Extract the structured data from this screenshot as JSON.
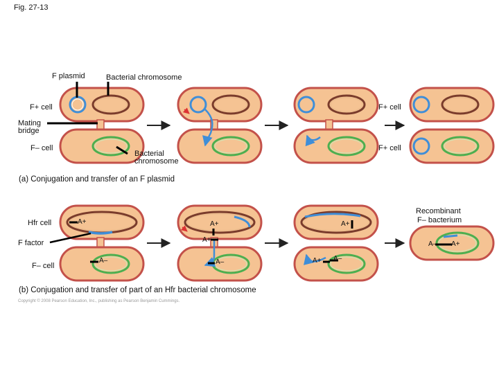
{
  "figure": {
    "title": "Fig. 27-13"
  },
  "colors": {
    "cell_fill": "#f5c393",
    "cell_border": "#c3514a",
    "chromosome": "#7a3c2c",
    "plasmid": "#3f8ed8",
    "recipient_chromosome": "#4caf50",
    "arrow": "#222222",
    "label_line": "#000000"
  },
  "panel_a": {
    "caption": "(a) Conjugation and transfer of an F plasmid",
    "labels": {
      "f_plasmid": "F plasmid",
      "bacterial_chromosome_top": "Bacterial chromosome",
      "f_plus_cell": "F+ cell",
      "mating_bridge_1": "Mating",
      "mating_bridge_2": "bridge",
      "f_minus_cell": "F– cell",
      "bacterial_chromosome_bottom_1": "Bacterial",
      "bacterial_chromosome_bottom_2": "chromosome",
      "f_plus_cell_right_top": "F+ cell",
      "f_plus_cell_right_bottom": "F+ cell"
    }
  },
  "panel_b": {
    "caption": "(b) Conjugation and transfer of part of an Hfr bacterial chromosome",
    "labels": {
      "hfr_cell": "Hfr cell",
      "f_factor": "F factor",
      "f_minus_cell": "F– cell",
      "recombinant_1": "Recombinant",
      "recombinant_2": "F– bacterium"
    },
    "alleles": {
      "a_plus": "A+",
      "a_minus": "A–"
    }
  },
  "copyright": "Copyright © 2008 Pearson Education, Inc., publishing as Pearson Benjamin Cummings."
}
